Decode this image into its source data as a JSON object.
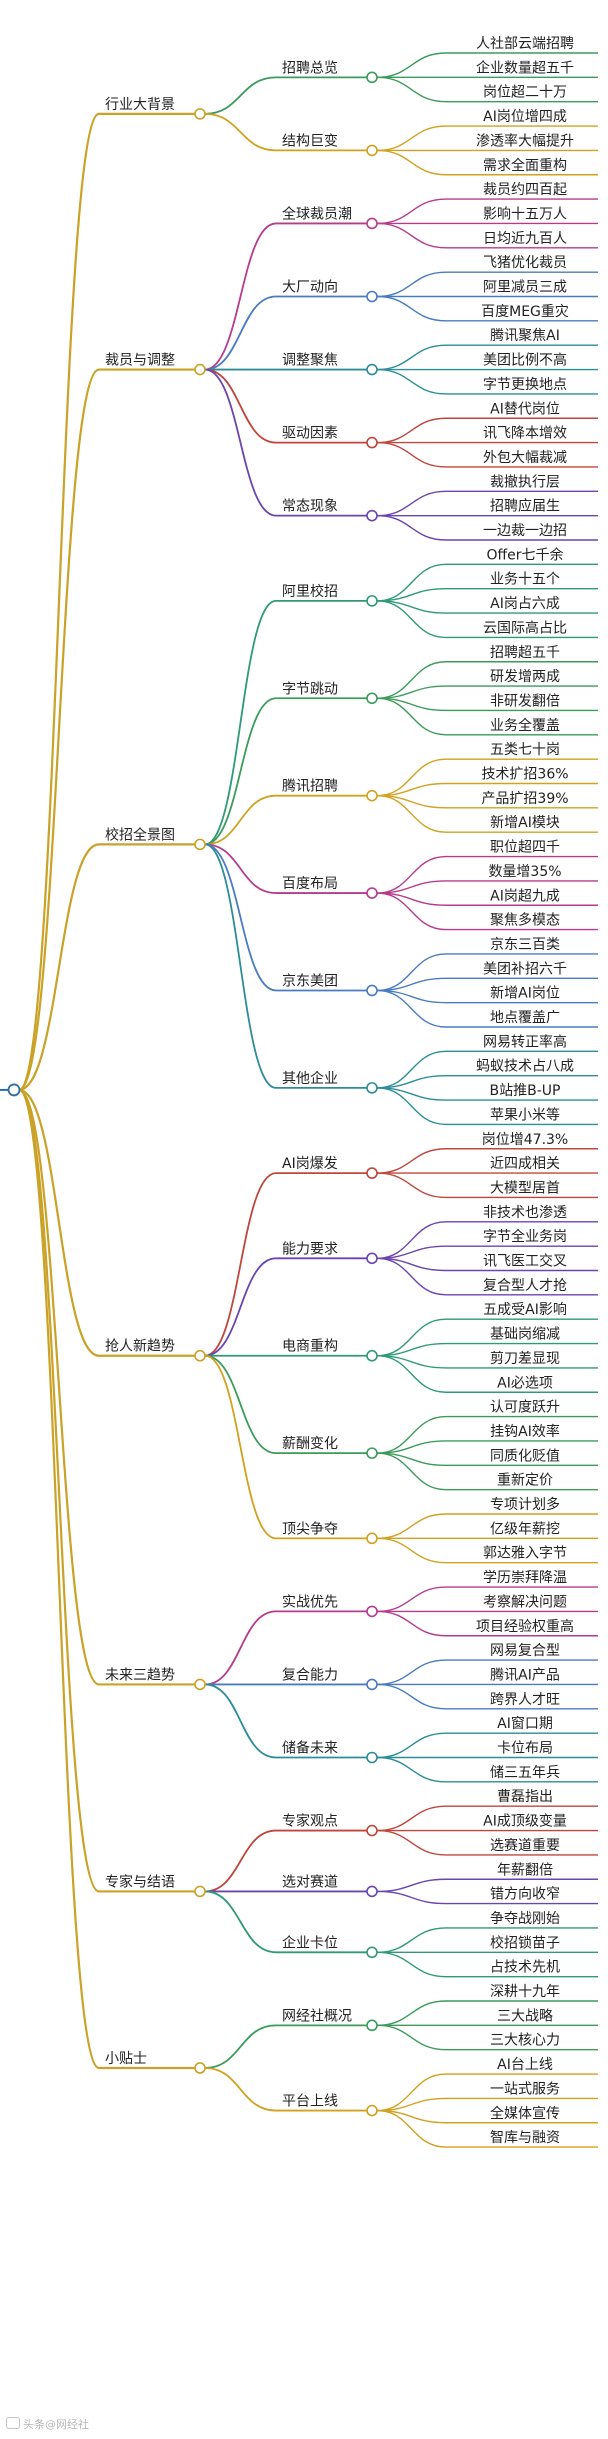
{
  "colors": {
    "root": "#2f6fa6",
    "l1": "#c9a227",
    "palette": [
      "#3c9b5a",
      "#d2a11f",
      "#b73b8d",
      "#4a7bc0",
      "#2c8d98",
      "#c0463c",
      "#6a45b0",
      "#2e9a78"
    ]
  },
  "watermark": "头条@网经社",
  "categories": [
    {
      "label": "行业大背景",
      "groups": [
        {
          "label": "招聘总览",
          "leaves": [
            "人社部云端招聘",
            "企业数量超五千",
            "岗位超二十万"
          ]
        },
        {
          "label": "结构巨变",
          "leaves": [
            "AI岗位增四成",
            "渗透率大幅提升",
            "需求全面重构"
          ]
        }
      ]
    },
    {
      "label": "裁员与调整",
      "groups": [
        {
          "label": "全球裁员潮",
          "leaves": [
            "裁员约四百起",
            "影响十五万人",
            "日均近九百人"
          ]
        },
        {
          "label": "大厂动向",
          "leaves": [
            "飞猪优化裁员",
            "阿里减员三成",
            "百度MEG重灾"
          ]
        },
        {
          "label": "调整聚焦",
          "leaves": [
            "腾讯聚焦AI",
            "美团比例不高",
            "字节更换地点"
          ]
        },
        {
          "label": "驱动因素",
          "leaves": [
            "AI替代岗位",
            "讯飞降本增效",
            "外包大幅裁减"
          ]
        },
        {
          "label": "常态现象",
          "leaves": [
            "裁撤执行层",
            "招聘应届生",
            "一边裁一边招"
          ]
        }
      ]
    },
    {
      "label": "校招全景图",
      "groups": [
        {
          "label": "阿里校招",
          "leaves": [
            "Offer七千余",
            "业务十五个",
            "AI岗占六成",
            "云国际高占比"
          ]
        },
        {
          "label": "字节跳动",
          "leaves": [
            "招聘超五千",
            "研发增两成",
            "非研发翻倍",
            "业务全覆盖"
          ]
        },
        {
          "label": "腾讯招聘",
          "leaves": [
            "五类七十岗",
            "技术扩招36%",
            "产品扩招39%",
            "新增AI模块"
          ]
        },
        {
          "label": "百度布局",
          "leaves": [
            "职位超四千",
            "数量增35%",
            "AI岗超九成",
            "聚焦多模态"
          ]
        },
        {
          "label": "京东美团",
          "leaves": [
            "京东三百类",
            "美团补招六千",
            "新增AI岗位",
            "地点覆盖广"
          ]
        },
        {
          "label": "其他企业",
          "leaves": [
            "网易转正率高",
            "蚂蚁技术占八成",
            "B站推B-UP",
            "苹果小米等"
          ]
        }
      ]
    },
    {
      "label": "抢人新趋势",
      "groups": [
        {
          "label": "AI岗爆发",
          "leaves": [
            "岗位增47.3%",
            "近四成相关",
            "大模型居首"
          ]
        },
        {
          "label": "能力要求",
          "leaves": [
            "非技术也渗透",
            "字节全业务岗",
            "讯飞医工交叉",
            "复合型人才抢"
          ]
        },
        {
          "label": "电商重构",
          "leaves": [
            "五成受AI影响",
            "基础岗缩减",
            "剪刀差显现",
            "AI必选项"
          ]
        },
        {
          "label": "薪酬变化",
          "leaves": [
            "认可度跃升",
            "挂钩AI效率",
            "同质化贬值",
            "重新定价"
          ]
        },
        {
          "label": "顶尖争夺",
          "leaves": [
            "专项计划多",
            "亿级年薪挖",
            "郭达雅入字节"
          ]
        }
      ]
    },
    {
      "label": "未来三趋势",
      "groups": [
        {
          "label": "实战优先",
          "leaves": [
            "学历崇拜降温",
            "考察解决问题",
            "项目经验权重高"
          ]
        },
        {
          "label": "复合能力",
          "leaves": [
            "网易复合型",
            "腾讯AI产品",
            "跨界人才旺"
          ]
        },
        {
          "label": "储备未来",
          "leaves": [
            "AI窗口期",
            "卡位布局",
            "储三五年兵"
          ]
        }
      ]
    },
    {
      "label": "专家与结语",
      "groups": [
        {
          "label": "专家观点",
          "leaves": [
            "曹磊指出",
            "AI成顶级变量",
            "选赛道重要"
          ]
        },
        {
          "label": "选对赛道",
          "leaves": [
            "年薪翻倍",
            "错方向收窄"
          ]
        },
        {
          "label": "企业卡位",
          "leaves": [
            "争夺战刚始",
            "校招锁苗子",
            "占技术先机"
          ]
        }
      ]
    },
    {
      "label": "小贴士",
      "groups": [
        {
          "label": "网经社概况",
          "leaves": [
            "深耕十九年",
            "三大战略",
            "三大核心力"
          ]
        },
        {
          "label": "平台上线",
          "leaves": [
            "AI台上线",
            "一站式服务",
            "全媒体宣传",
            "智库与融资"
          ]
        }
      ]
    }
  ]
}
